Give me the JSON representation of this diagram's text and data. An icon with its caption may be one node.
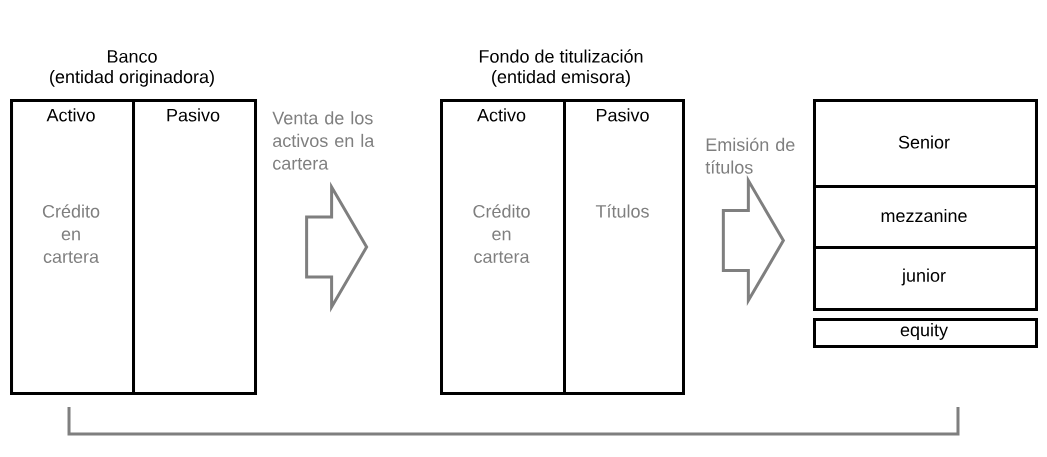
{
  "diagram": {
    "nodes": [
      {
        "text": [
          "Banco",
          "(entidad originadora)"
        ]
      },
      {
        "text": [
          "Activo",
          "Crédito en cartera"
        ],
        "in": 0
      },
      {
        "text": [
          "Pasivo"
        ],
        "in": 0
      },
      {
        "text": [
          "Fondo de titulización",
          "(entidad emisora)"
        ]
      },
      {
        "text": [
          "Activo",
          "Crédito en cartera"
        ],
        "in": 3
      },
      {
        "text": [
          "Pasivo",
          "Títulos"
        ],
        "in": 3
      },
      {
        "text": [],
        "shape": "box"
      },
      {
        "text": [
          "Senior"
        ],
        "in": 6
      },
      {
        "text": [
          "mezzanine"
        ],
        "in": 6
      },
      {
        "text": [
          "junior"
        ],
        "in": 6
      },
      {
        "text": [
          "equity"
        ]
      }
    ],
    "edges": [
      {
        "from": 0,
        "to": 3,
        "arrow": "to",
        "label": "Venta de los activos en la cartera"
      },
      {
        "from": 3,
        "to": 6,
        "arrow": "to",
        "label": "Emisión de títulos"
      },
      {
        "from": 0,
        "to": 10,
        "arrow": "none"
      }
    ]
  }
}
